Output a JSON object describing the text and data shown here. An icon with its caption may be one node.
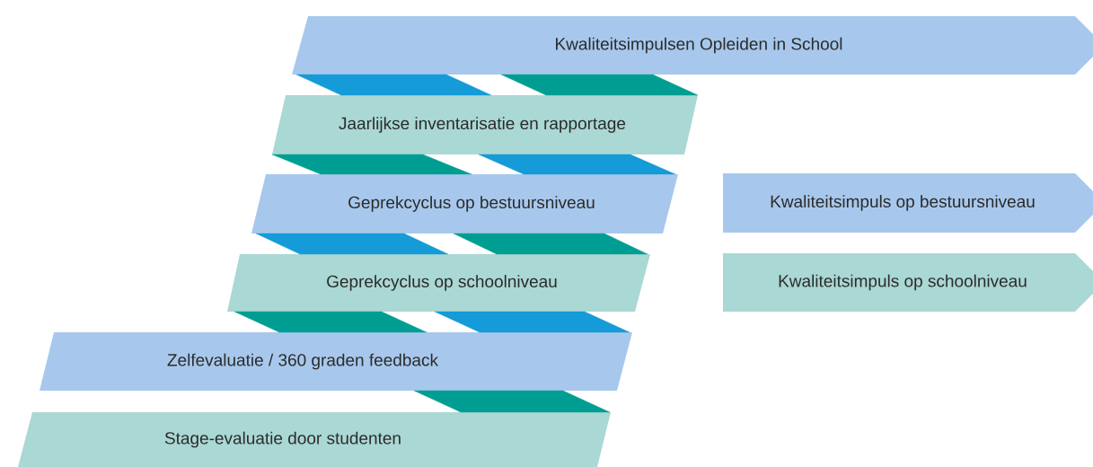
{
  "diagram": {
    "nodes": [
      {
        "text": [
          "Kwaliteitsimpulsen Opleiden in School"
        ]
      },
      {
        "text": [
          "Jaarlijkse inventarisatie en rapportage"
        ]
      },
      {
        "text": [
          "Geprekcyclus op bestuursniveau"
        ]
      },
      {
        "text": [
          "Geprekcyclus op schoolniveau"
        ]
      },
      {
        "text": [
          "Zelfevaluatie / 360 graden feedback"
        ]
      },
      {
        "text": [
          "Stage-evaluatie door studenten"
        ]
      }
    ],
    "edges": [
      {
        "from": 0,
        "to": 1,
        "arrow": "none",
        "color": "#159bd7"
      },
      {
        "from": 0,
        "to": 1,
        "arrow": "none",
        "color": "#009e92"
      },
      {
        "from": 1,
        "to": 2,
        "arrow": "none",
        "color": "#009e92"
      },
      {
        "from": 1,
        "to": 2,
        "arrow": "none",
        "color": "#159bd7"
      },
      {
        "from": 2,
        "to": 3,
        "arrow": "none",
        "color": "#159bd7"
      },
      {
        "from": 2,
        "to": 3,
        "arrow": "none",
        "color": "#009e92"
      },
      {
        "from": 3,
        "to": 4,
        "arrow": "none",
        "color": "#009e92"
      },
      {
        "from": 3,
        "to": 4,
        "arrow": "none",
        "color": "#159bd7"
      },
      {
        "from": 4,
        "to": 5,
        "arrow": "none",
        "color": "#009e92"
      }
    ],
    "legend": [
      {
        "text": "Kwaliteitsimpuls op bestuursniveau",
        "color": "#a7c8ec"
      },
      {
        "text": "Kwaliteitsimpuls op schoolniveau",
        "color": "#aad8d4"
      }
    ]
  }
}
